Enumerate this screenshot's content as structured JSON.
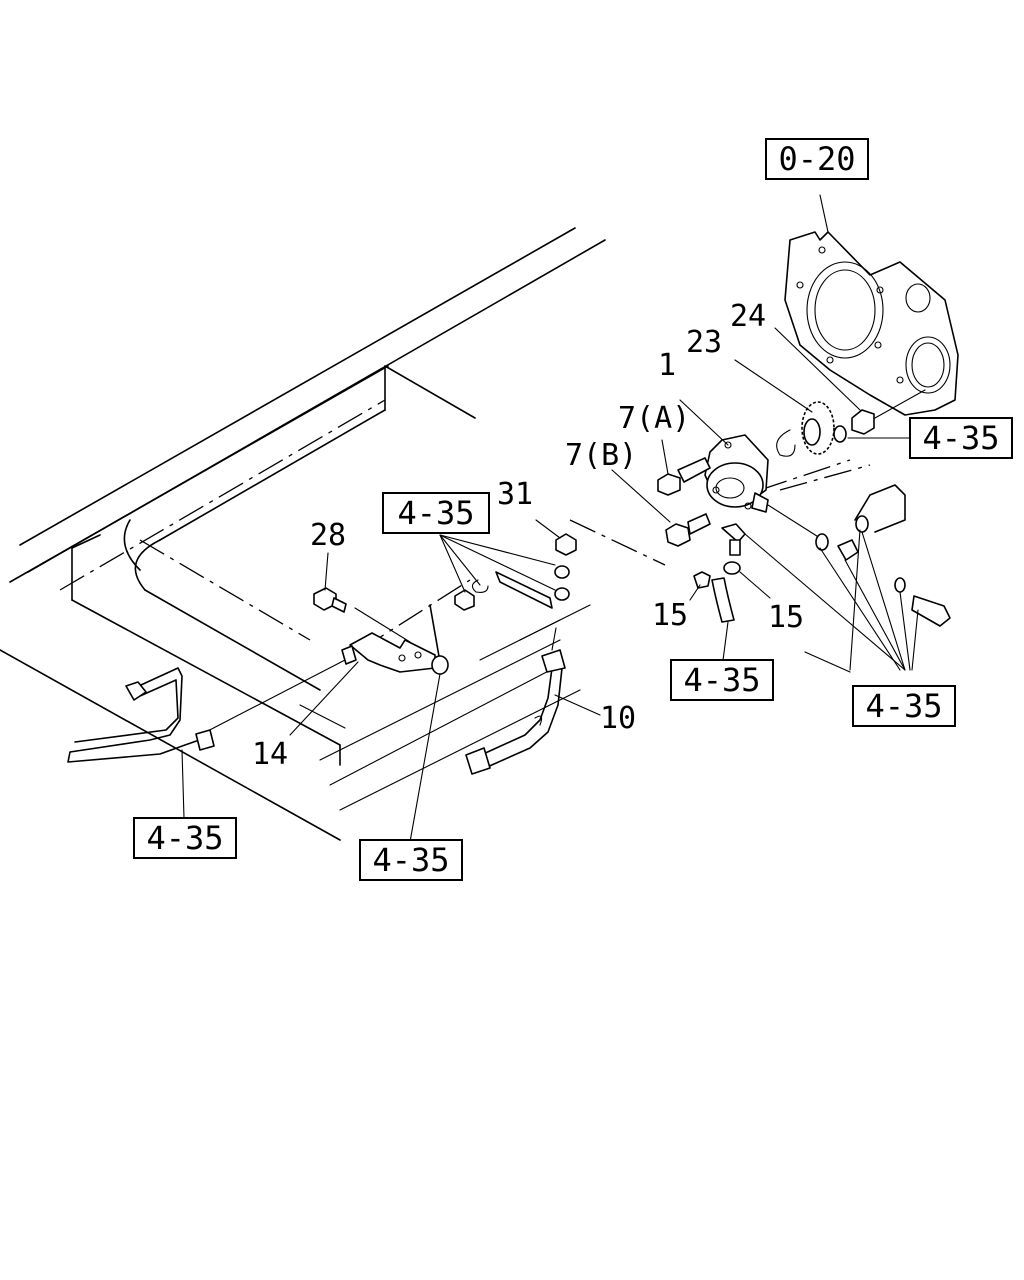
{
  "part_labels": {
    "p1": "1",
    "p23": "23",
    "p24": "24",
    "p7a": "7(A)",
    "p7b": "7(B)",
    "p31": "31",
    "p28": "28",
    "p14": "14",
    "p10": "10",
    "p15a": "15",
    "p15b": "15"
  },
  "reference_boxes": {
    "top": "0-20",
    "right_upper": "4-35",
    "middle_left": "4-35",
    "center_bottom": "4-35",
    "right_lower": "4-35",
    "bottom_left": "4-35",
    "bottom_center": "4-35"
  }
}
